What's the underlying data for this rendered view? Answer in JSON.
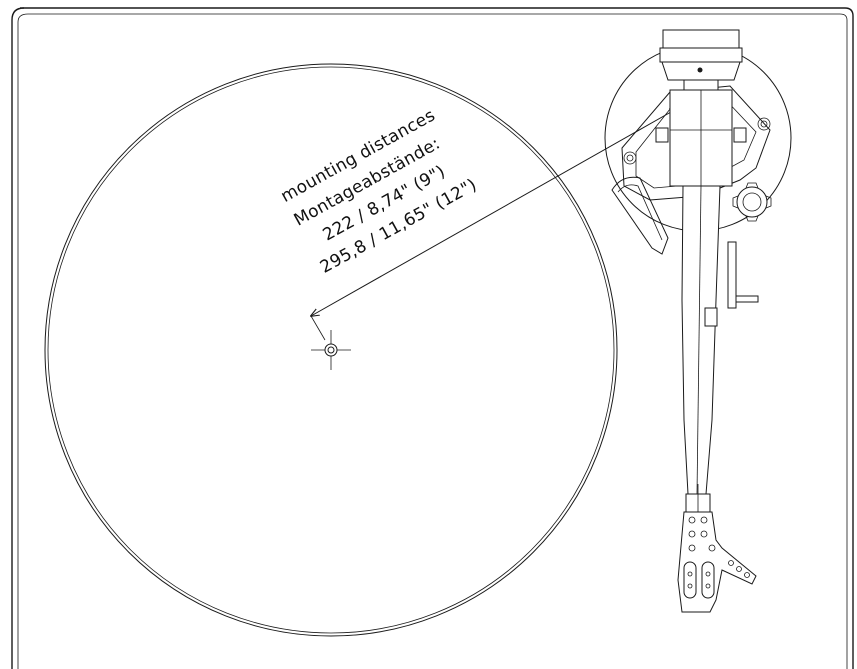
{
  "annotation": {
    "line1": "mounting distances",
    "line2": "Montageabstände:",
    "line3": "222 / 8,74\" (9\")",
    "line4": "295,8 / 11,65\" (12\")"
  },
  "colors": {
    "ink": "#1a1a1a",
    "background": "#ffffff"
  }
}
